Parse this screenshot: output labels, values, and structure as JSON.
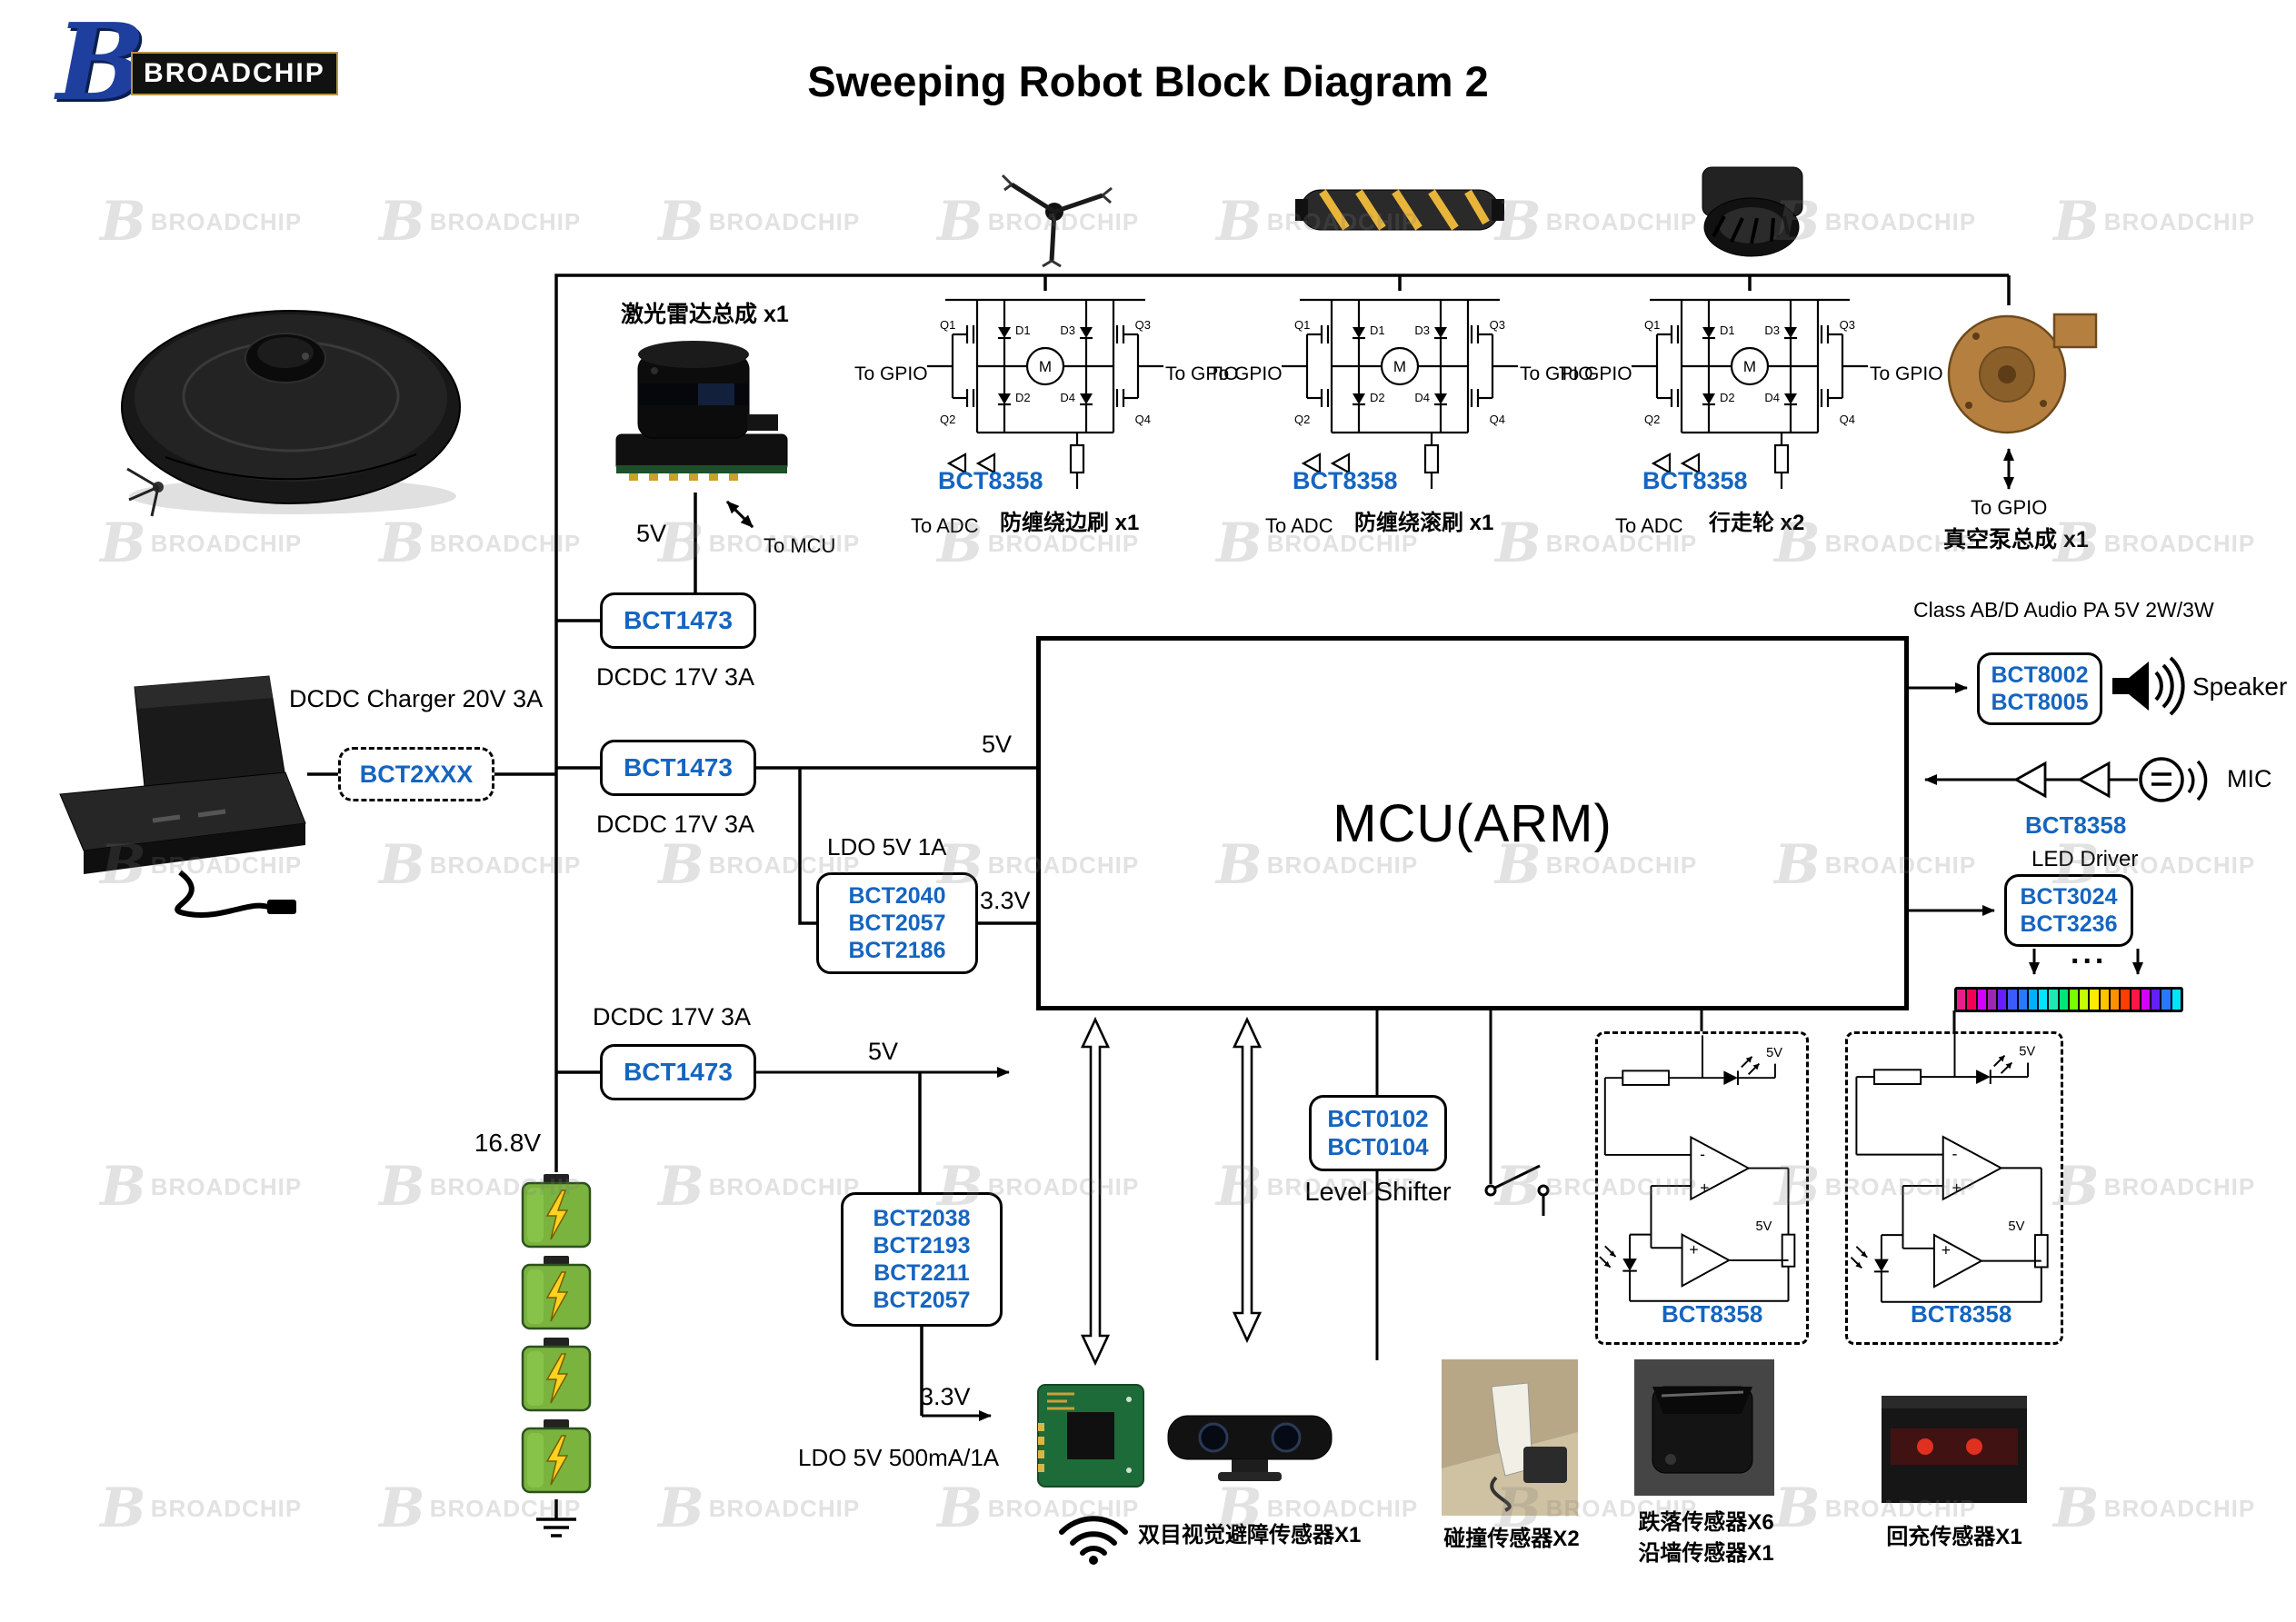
{
  "title": "Sweeping Robot Block Diagram 2",
  "brand": {
    "logo_b": "B",
    "name": "BROADCHIP"
  },
  "watermark": "BROADCHIP",
  "charger": {
    "label": "DCDC Charger 20V 3A",
    "chip": "BCT2XXX"
  },
  "battery": {
    "voltage": "16.8V"
  },
  "dcdc": [
    {
      "chip": "BCT1473",
      "caption": "DCDC 17V 3A",
      "out": "5V"
    },
    {
      "chip": "BCT1473",
      "caption": "DCDC 17V 3A",
      "out": "5V"
    },
    {
      "chip": "BCT1473",
      "caption": "DCDC 17V 3A",
      "out": "5V"
    }
  ],
  "ldo1": {
    "caption": "LDO 5V 1A",
    "chips": [
      "BCT2040",
      "BCT2057",
      "BCT2186"
    ],
    "out": "3.3V"
  },
  "ldo2": {
    "caption": "LDO 5V 500mA/1A",
    "chips": [
      "BCT2038",
      "BCT2193",
      "BCT2211",
      "BCT2057"
    ],
    "out": "3.3V"
  },
  "mcu": "MCU(ARM)",
  "lidar": {
    "label": "激光雷达总成 x1",
    "link": "To MCU"
  },
  "hbridge": {
    "q1": "Q1",
    "q2": "Q2",
    "q3": "Q3",
    "q4": "Q4",
    "d1": "D1",
    "d2": "D2",
    "d3": "D3",
    "d4": "D4",
    "m": "M"
  },
  "drivers": [
    {
      "chip": "BCT8358",
      "gpio_left": "To GPIO",
      "gpio_right": "To GPIO",
      "adc": "To ADC",
      "load": "防缠绕边刷 x1"
    },
    {
      "chip": "BCT8358",
      "gpio_left": "To GPIO",
      "gpio_right": "To GPIO",
      "adc": "To ADC",
      "load": "防缠绕滚刷 x1"
    },
    {
      "chip": "BCT8358",
      "gpio_left": "To GPIO",
      "gpio_right": "To GPIO",
      "adc": "To ADC",
      "load": "行走轮 x2"
    }
  ],
  "vacuum": {
    "gpio": "To GPIO",
    "label": "真空泵总成 x1"
  },
  "audio": {
    "header": "Class  AB/D Audio PA 5V 2W/3W",
    "pa_chips": [
      "BCT8002",
      "BCT8005"
    ],
    "speaker": "Speaker",
    "mic": "MIC",
    "mic_chip": "BCT8358"
  },
  "led": {
    "driver": "LED Driver",
    "chips": [
      "BCT3024",
      "BCT3236"
    ],
    "dots": "...",
    "colors": [
      "#e91e8c",
      "#f50057",
      "#d500f9",
      "#9c27b0",
      "#651fff",
      "#3d5afe",
      "#2979ff",
      "#00b0ff",
      "#00e5ff",
      "#1de9b6",
      "#00e676",
      "#76ff03",
      "#c6ff00",
      "#ffea00",
      "#ffc400",
      "#ff9100",
      "#ff3d00",
      "#ff1744",
      "#d500f9",
      "#651fff",
      "#2979ff",
      "#00e5ff"
    ]
  },
  "level_shifter": {
    "chips": [
      "BCT0102",
      "BCT0104"
    ],
    "label": "Level Shifter"
  },
  "ir": [
    {
      "chip": "BCT8358",
      "v": "5V"
    },
    {
      "chip": "BCT8358",
      "v": "5V"
    }
  ],
  "symbols": {
    "plus": "+",
    "minus": "-"
  },
  "sensors": {
    "vision": "双目视觉避障传感器X1",
    "bump": "碰撞传感器X2",
    "cliff": "跌落传感器X6",
    "wall": "沿墙传感器X1",
    "recharge": "回充传感器X1"
  },
  "colors": {
    "chip_text": "#1565c0",
    "brand_blue": "#1e3f9e",
    "line": "#000000"
  }
}
